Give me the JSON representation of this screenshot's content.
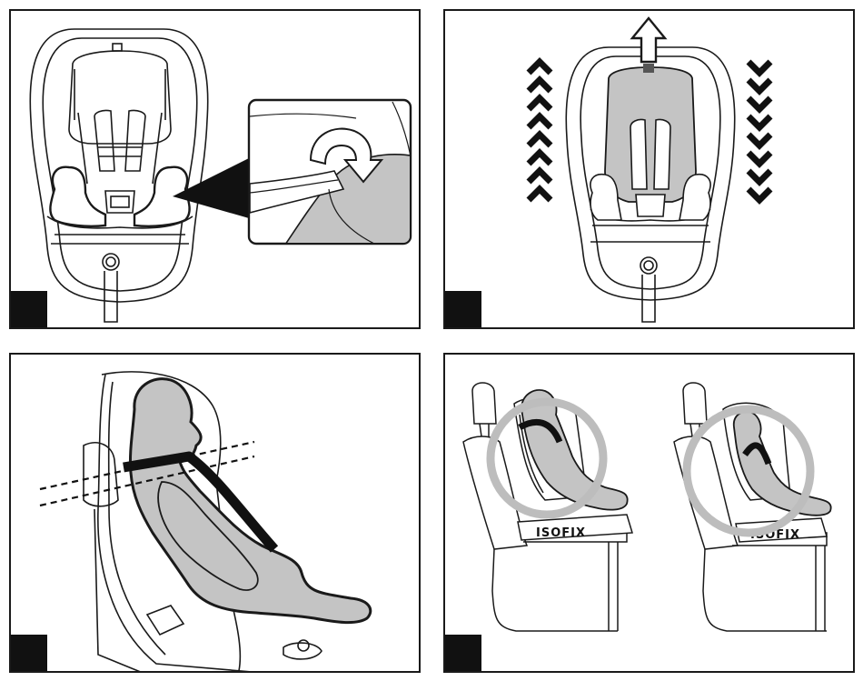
{
  "panels": [
    {
      "id": "step-1",
      "caption": "",
      "shows": "harness-threading"
    },
    {
      "id": "step-2",
      "caption": "",
      "shows": "headrest-height-adjust"
    },
    {
      "id": "step-3",
      "caption": "",
      "shows": "shoulder-strap-position"
    },
    {
      "id": "step-4",
      "caption": "",
      "shows": "incorrect-installation"
    }
  ],
  "panel4": {
    "isofix_left": "ISOFIX",
    "isofix_right": "ISOFIX"
  },
  "colors": {
    "line": "#1a1a1a",
    "fill_gray": "#c4c4c4",
    "prohibit_gray": "#bdbdbd",
    "badge": "#111111"
  },
  "icons": [
    "up-arrow-icon",
    "up-chevrons-icon",
    "down-chevrons-icon",
    "prohibition-circle-icon"
  ]
}
